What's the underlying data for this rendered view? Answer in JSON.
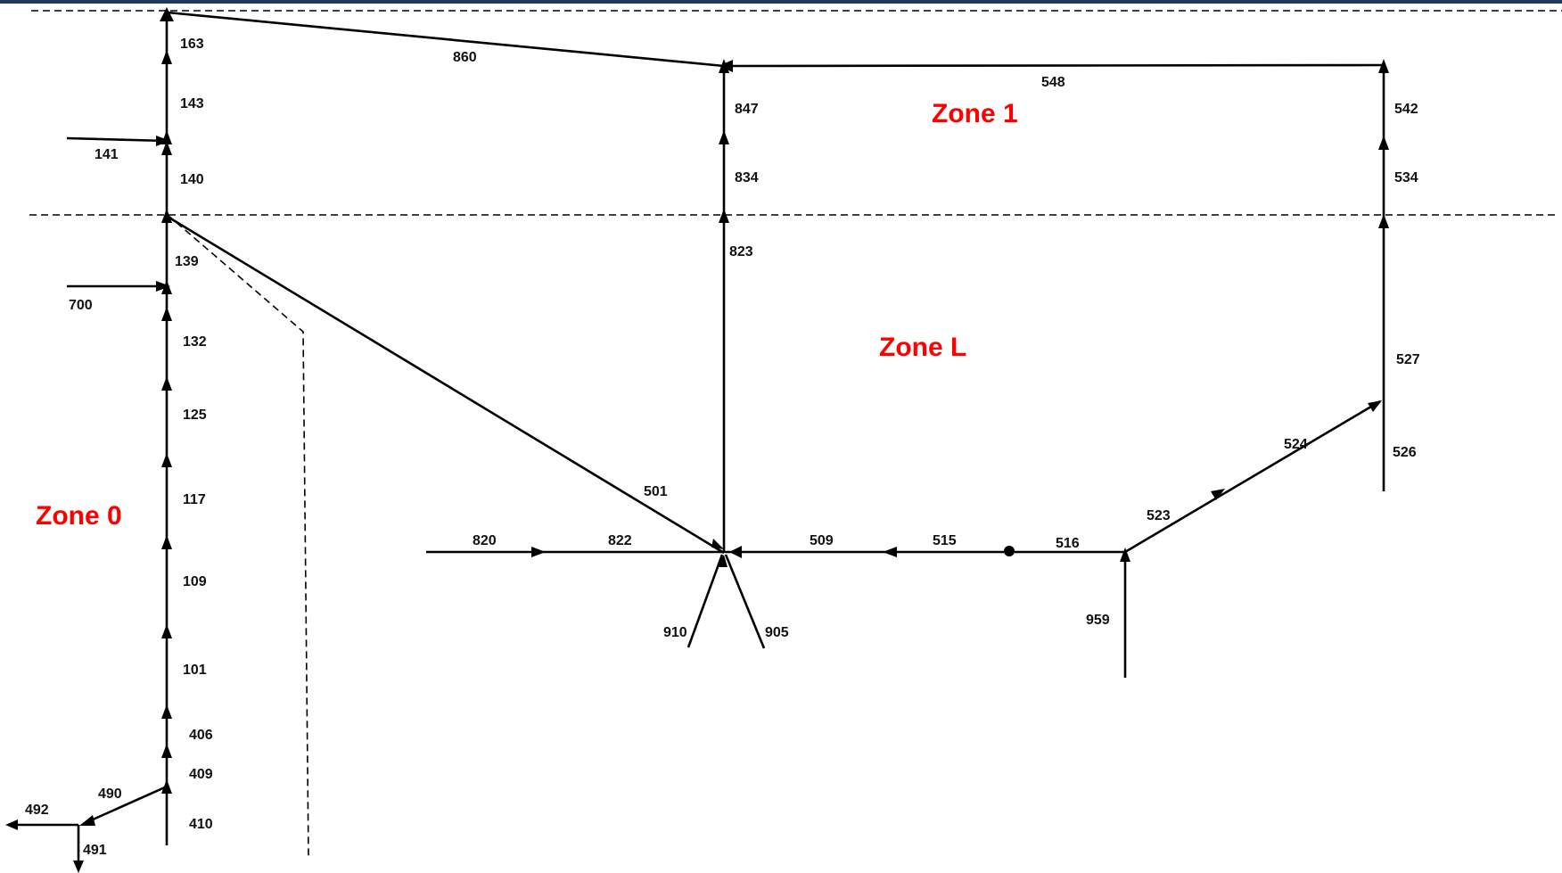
{
  "zones": {
    "zone0": "Zone  0",
    "zone1": "Zone   1",
    "zoneL": "Zone L"
  },
  "links": {
    "l163": "163",
    "l143": "143",
    "l141": "141",
    "l140": "140",
    "l139": "139",
    "l700": "700",
    "l132": "132",
    "l125": "125",
    "l117": "117",
    "l109": "109",
    "l101": "101",
    "l406": "406",
    "l409": "409",
    "l410": "410",
    "l490": "490",
    "l492": "492",
    "l491": "491",
    "l860": "860",
    "l548": "548",
    "l847": "847",
    "l834": "834",
    "l823": "823",
    "l542": "542",
    "l534": "534",
    "l527": "527",
    "l526": "526",
    "l524": "524",
    "l523": "523",
    "l516": "516",
    "l515": "515",
    "l509": "509",
    "l822": "822",
    "l820": "820",
    "l501": "501",
    "l910": "910",
    "l905": "905",
    "l959": "959"
  },
  "colors": {
    "zone_text": "#ff0000",
    "line": "#000000",
    "top_bar": "#1f3b5c"
  }
}
